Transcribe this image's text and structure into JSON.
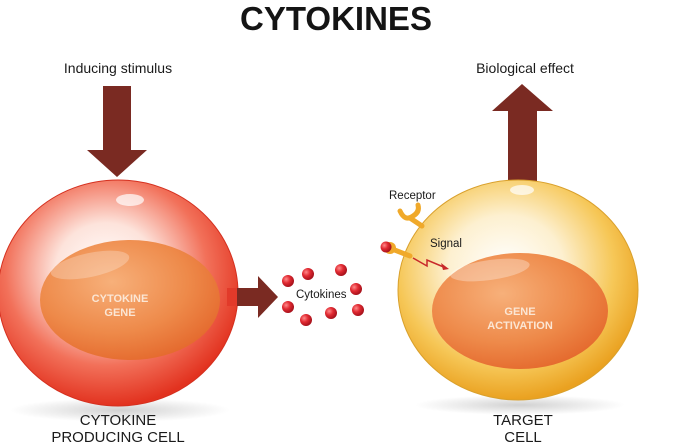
{
  "title": "CYTOKINES",
  "producing_cell": {
    "stimulus_label": "Inducing stimulus",
    "nucleus_line1": "CYTOKINE",
    "nucleus_line2": "GENE",
    "caption_line1": "CYTOKINE",
    "caption_line2": "PRODUCING CELL"
  },
  "cytokines_label": "Cytokines",
  "target_cell": {
    "effect_label": "Biological effect",
    "receptor_label": "Receptor",
    "signal_label": "Signal",
    "nucleus_line1": "GENE",
    "nucleus_line2": "ACTIVATION",
    "caption_line1": "TARGET",
    "caption_line2": "CELL"
  },
  "colors": {
    "arrow": "#7a2a22",
    "producing_cell": "#e8402e",
    "target_cell": "#f2b532",
    "nucleus": "#ec7a3c",
    "cytokine_dot": "#d01e2a",
    "receptor": "#f0a92a"
  }
}
